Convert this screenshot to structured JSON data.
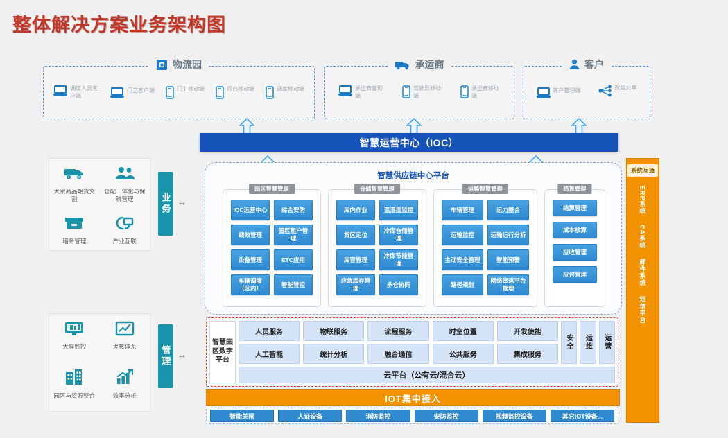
{
  "title": "整体解决方案业务架构图",
  "client_groups": [
    {
      "name": "物流园",
      "icon": "warehouse-icon",
      "items": [
        {
          "label": "调度人员客户端",
          "icon": "laptop-icon"
        },
        {
          "label": "门卫客户端",
          "icon": "laptop-icon"
        },
        {
          "label": "门卫移动端",
          "icon": "phone-icon"
        },
        {
          "label": "月台移动端",
          "icon": "phone-icon"
        },
        {
          "label": "调度移动端",
          "icon": "phone-icon"
        }
      ]
    },
    {
      "name": "承运商",
      "icon": "truck-icon",
      "items": [
        {
          "label": "承运商管理端",
          "icon": "laptop-icon"
        },
        {
          "label": "驾驶员移动端",
          "icon": "phone-icon"
        },
        {
          "label": "承运商移动端",
          "icon": "phone-icon"
        }
      ]
    },
    {
      "name": "客户",
      "icon": "user-icon",
      "items": [
        {
          "label": "客户管理端",
          "icon": "laptop-icon"
        },
        {
          "label": "数据分享",
          "icon": "share-icon"
        }
      ]
    }
  ],
  "ioc_bar": "智慧运营中心（IOC）",
  "platform": {
    "title": "智慧供应链中心平台",
    "columns": [
      {
        "header": "园区智慧管理",
        "cards": [
          "IOC运营中心",
          "综合安防",
          "绩效管理",
          "园区租户管理",
          "设备管理",
          "ETC应用",
          "车辆调度（区内）",
          "智能管控"
        ]
      },
      {
        "header": "仓储智慧管理",
        "cards": [
          "库内作业",
          "温湿度监控",
          "货区定位",
          "冷库仓储管理",
          "库容管理",
          "冷库节能管理",
          "应急库存管理",
          "多仓协同"
        ]
      },
      {
        "header": "运输智慧管理",
        "cards": [
          "车辆管理",
          "运力整合",
          "运输监控",
          "运输运行分析",
          "主动安全管理",
          "智能预警",
          "路径规划",
          "网络货运平台管理"
        ]
      },
      {
        "header": "结算管理",
        "cards": [
          "结算管理",
          "成本核算",
          "应收管理",
          "应付管理"
        ]
      }
    ]
  },
  "left_panels": [
    {
      "band": "业务",
      "cells": [
        {
          "label": "大宗商品期货交割",
          "icon": "truck-goods-icon"
        },
        {
          "label": "仓配一体化与保税管理",
          "icon": "people-icon"
        },
        {
          "label": "暗务管理",
          "icon": "box-icon"
        },
        {
          "label": "产业互联",
          "icon": "link-icon"
        }
      ]
    },
    {
      "band": "管理",
      "cells": [
        {
          "label": "大屏监控",
          "icon": "monitor-icon"
        },
        {
          "label": "考核体系",
          "icon": "chart-board-icon"
        },
        {
          "label": "园区与资源整合",
          "icon": "building-icon"
        },
        {
          "label": "效率分析",
          "icon": "growth-chart-icon"
        }
      ]
    }
  ],
  "systems": {
    "header": "系统互通",
    "items": [
      "ERP系统",
      "CA系统",
      "邮件系统",
      "短信平台"
    ]
  },
  "digital_platform": {
    "side_label": "智慧园区数字平台",
    "row1": [
      "人员服务",
      "物联服务",
      "流程服务",
      "时空位置",
      "开发使能"
    ],
    "row2": [
      "人工智能",
      "统计分析",
      "融合通信",
      "公共服务",
      "集成服务"
    ],
    "verticals": [
      "安全",
      "运维",
      "运营"
    ],
    "cloud": "云平台（公有云/混合云）"
  },
  "iot_bar": "IOT集中接入",
  "devices": [
    "智能关闸",
    "人证设备",
    "消防监控",
    "安防监控",
    "视频监控设备",
    "其它IOT设备..."
  ],
  "colors": {
    "title": "#c0392b",
    "ioc": "#1553b8",
    "card": "#2f8ad0",
    "orange": "#f39200",
    "teal": "#1a93a8",
    "dashed_blue": "#5b8fc9",
    "dashed_red": "#e0402a"
  }
}
